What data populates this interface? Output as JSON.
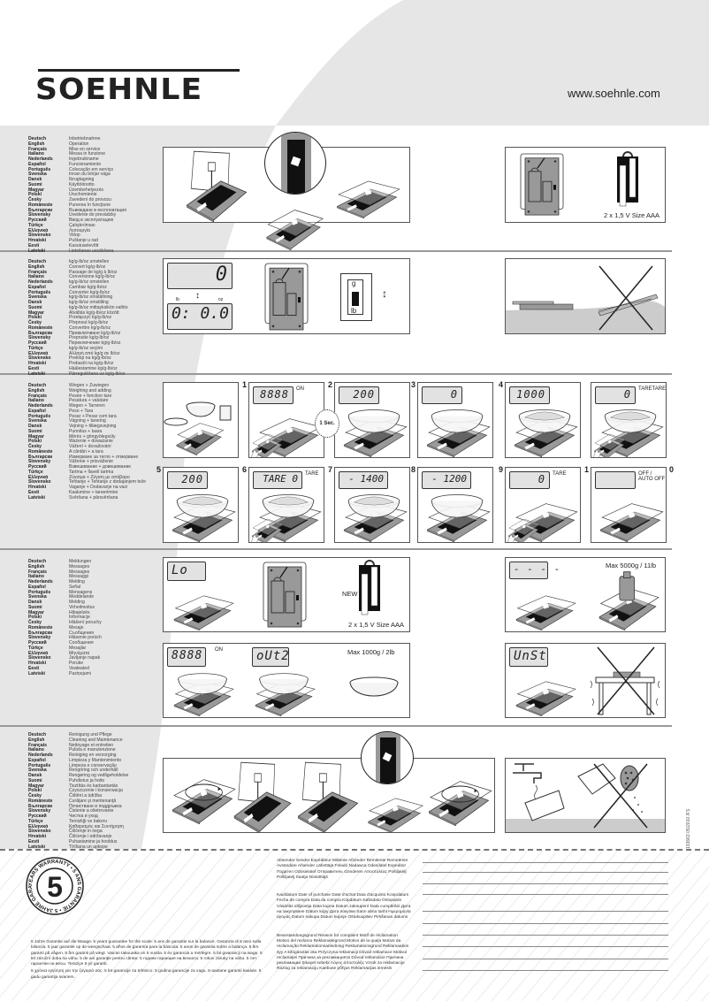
{
  "brand": {
    "logo": "SOEHNLE",
    "url": "www.soehnle.com"
  },
  "languages": [
    "Deutsch",
    "English",
    "Français",
    "Italiano",
    "Nederlands",
    "Español",
    "Português",
    "Svenska",
    "Dansk",
    "Suomi",
    "Magyar",
    "Polski",
    "Česky",
    "Romāneste",
    "Български",
    "Slovensky",
    "Русский",
    "Türkçe",
    "Ελληνικά",
    "Slovensko",
    "Hrvatski",
    "Eesti",
    "Latviski"
  ],
  "sections": [
    {
      "titles": [
        "Inbetriebnahme",
        "Operation",
        "Mise en service",
        "Messa in funzione",
        "Ingebruikname",
        "Funcionamiento",
        "Colocação em serviço",
        "Innan du börjar väga",
        "Ibrugtagning",
        "Käyttöönotto",
        "Üzembehelyezés",
        "Uruchomienie",
        "Zavedení do provozu",
        "Punerea în funcţiune",
        "Въвеждане в експлоатация",
        "Uvedenie do prevádzky",
        "Ввод в эксплуатацию",
        "Çalıştırılması",
        "Λειτουργία",
        "Vklop",
        "Puštanje u rad",
        "Kasutuselevõtt",
        "Lietošanas uzsākšana"
      ]
    },
    {
      "titles": [
        "kg/g-lb/oz umstellen",
        "Convert kg/g-lb/oz",
        "Passage de kg/g à lb/oz",
        "Conversione kg/g-lb/oz",
        "kg/g-lb/oz omstellen",
        "Cambiar kg/g-lb/oz",
        "Converter kg/g-lb/oz",
        "kg/g-lb/oz omställning",
        "kg/g-lb/oz omstilling",
        "kg/g-lb/oz mittayksikön vaihto",
        "Átváltás kg/g-lb/oz között",
        "Przełączyć kg/g-lb/oz",
        "Přepnout kg/g-lb/oz",
        "Convertire kg/g-lb/oz",
        "Превключване kg/g-lb/oz",
        "Prepnutie kg/g-lb/oz",
        "Переключение kg/g-lb/oz",
        "kg/g-lb/oz seçimi",
        "Αλλαγή από kg/g σε lb/oz",
        "Preklop na kg/g-lb/oz",
        "Prebaciti na kg/g-lb/oz",
        "Häälestamine kg/g-lb/oz",
        "Pārregulēšana uz kg/g-lb/oz"
      ]
    },
    {
      "titles": [
        "Wiegen + Zuwiegen",
        "Weighing and adding",
        "Pesée + fonction tare",
        "Pesatura + valutare",
        "Wegen + Tarreren",
        "Peso + Tara",
        "Pesar + Pesar com tara",
        "Vägning + tarering",
        "Vejning + tillægsvejning",
        "Punnitus + taara",
        "Mérés + göngyölegsúly",
        "Ważenie + doważanie",
        "Vážení + dovažování",
        "A cântări + a tara",
        "Измерване за тегло + отмерване",
        "Váženie + prisváženie",
        "Взвешивание + довешивание",
        "Tartma + İlaveli tartma",
        "Ζύγισμα + Ζύγιση με απόβαρο",
        "Tehtanje + Tehtanje z dodajanjem teže",
        "Vaganje + Dodavanje na vazi",
        "Kaalumine + tareerimine",
        "Svēršana + pārsvēršana"
      ]
    },
    {
      "titles": [
        "Meldungen",
        "Messages",
        "Messages",
        "Messaggi",
        "Melding",
        "Señal",
        "Mensagens",
        "Meddelande",
        "Melding",
        "Virheilmoitus",
        "Hibajelzés",
        "Informacje",
        "Hlášení poruchy",
        "Mesaje",
        "Съобщения",
        "Hlásenie porúch",
        "Сообщения",
        "Mesajlar",
        "Μηνύματα",
        "Javljanje napak",
        "Poruke",
        "Veateated",
        "Paziņojumi"
      ]
    },
    {
      "titles": [
        "Reinigung und Pflege",
        "Cleaning and Maintenance",
        "Nettoyage et entretien",
        "Pulizia e manutenzione",
        "Reiniging en verzorging",
        "Limpieza y Mantenimiento",
        "Limpeza e conservação",
        "Rengöring och underhåll",
        "Rengøring og vedligeholdelse",
        "Puhdistus ja hoito",
        "Tisztítás és karbantartás",
        "Czyszczenie i konserwacja",
        "Čištění a údržba",
        "Curăţare şi mentenanţă",
        "Почистване и поддръжка",
        "Čistenie a ošetrovanie",
        "Чистка и уход",
        "Temizliği ve bakımı",
        "Καθαρισμός και Συντήρηση",
        "Čiščenje in nega",
        "Čišćenje i održavanje",
        "Puhastamine ja hooldus",
        "Tīrīšana un apkope"
      ]
    }
  ],
  "operation": {
    "battery_label": "2 x 1,5 V Size AAA"
  },
  "convert": {
    "lcd_top": "0",
    "lcd_bottom": "0: 0.0",
    "unit_lb": "lb",
    "unit_oz": "oz",
    "switch_g": "g",
    "switch_lb": "lb"
  },
  "weighing": {
    "timer_label": "1 Sec.",
    "steps": [
      {
        "num": "",
        "lcd": "",
        "label": ""
      },
      {
        "num": "1",
        "lcd": "8888",
        "label": "ON"
      },
      {
        "num": "2",
        "lcd": "200",
        "label": ""
      },
      {
        "num": "3",
        "lcd": "0",
        "label": ""
      },
      {
        "num": "4",
        "lcd": "1000",
        "label": ""
      },
      {
        "num": "",
        "lcd": "0",
        "label": "TARETARE"
      },
      {
        "num": "5",
        "lcd": "200",
        "label": ""
      },
      {
        "num": "6",
        "lcd": "TARE  0",
        "label": "TARE"
      },
      {
        "num": "7",
        "lcd": "- 1400",
        "label": ""
      },
      {
        "num": "8",
        "lcd": "- 1200",
        "label": ""
      },
      {
        "num": "9",
        "lcd": "0",
        "label": "TARE"
      },
      {
        "num": "1",
        "lcd": "",
        "label": "OFF /\nAUTO OFF"
      }
    ],
    "last_num_suffix": "0"
  },
  "messages": {
    "lo": "Lo",
    "new_label": "NEW",
    "battery_label": "2 x 1,5 V Size AAA",
    "overload_lcd": "- - - -",
    "max_5000": "Max 5000g / 11lb",
    "on_lcd": "8888",
    "on_label": "ON",
    "out2": "oUt2",
    "max_1000": "Max 1000g / 2lb",
    "unst": "UnSt"
  },
  "warranty": {
    "seal_number": "5",
    "seal_text": "YEARS WARRANTY • 5 ANS GARANTIE • 5 JAHRE GARANTIE",
    "text": "5 Jahre Garantie auf die Waage. 5 years guarantee for the scale. 5 ans de garantie sur la balance. Garanzia di 5 anni sulla bilancia. 5 jaar garantie op de weegschaal. 5 años de garantía para la báscula. 5 anos de garantia sobre a balança. 5 års garanti på vågen. 5 års garanti på vægt. Vaa'an takuuaika on 5 vuotta. 5 év garancia a mérlegre. 5 lat gwarancji na wagę. 5 let záruční doba na váhu. 5 de ani garanţie pentru cântar. 5 години гаранция на везната. 5 rokov záruky na váhu. 5 лет гарантии на весы. Teraziye 5 yıl garanti.",
    "text2": "5 χρόνια εγγύηση για την ζυγαριά σας. 5 let garancije za tehtnico. 5 godina garancije za vagu. 5-aastane garantii kaalule. 5 gadu garantija svariem.",
    "sender": "Absender Sender Expéditeur Mittente Afzender Remitente Remetente Avsändare Afsender Lähettäjä Feladó Nadawca Odesílatel Expeditor Подател Odosielateľ Отправитель Gönderen Αποστολέας Pošiljatelj Pošiljatelj Saatja Nosūtītājs",
    "purchase_date": "Kaufdatum Date of purchase Date d'achat Data d'acquisto Koopdatum Fecha de compra Data da compra Köpdatum Købsdato Ostopäivä Vásárlás időpontja Data kupna Datum zakoupení Data cumpărării Дата на закупуване Dátum kúpy Дата покупки Satın alma tarihi Ημερομηνία αγοράς Datum nakupa Datum kupnje Ostukuupäev Pirkšanas datums",
    "complaint": "Beanstandungsgrund Reason for complaint Motif de réclamation Motivo del reclamo Reklamatiegrond Motivo de la queja Motivo da reclamação Reklamationsanledning Reklamationsgrund Reklamaation syy A kifogásolás oka Przyczyna reklamacji Důvod reklamace Motivul reclamaţiei Причина за рекламацията Dôvod reklamácie Причина рекламации Şikayet sebebi Λόγος αποστολής Vzrok za reklamacijo Razlog za reklamaciju Kaebuse põhjus Reklamācijas iemesls"
  },
  "doc_code": "133663 05/2010 /FS",
  "colors": {
    "background_gray": "#e6e6e6",
    "ink": "#222222",
    "lcd": "#e2e2e2"
  }
}
